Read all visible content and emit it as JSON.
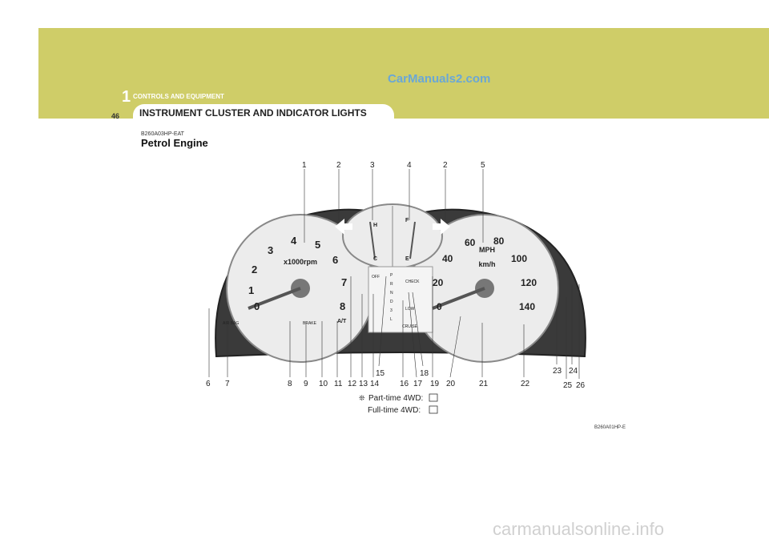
{
  "header": {
    "chapter_number": "1",
    "chapter_title": "CONTROLS AND EQUIPMENT",
    "page_number": "46",
    "section_title": "INSTRUMENT CLUSTER AND INDICATOR LIGHTS",
    "watermark": "CarManuals2.com"
  },
  "section": {
    "code": "B260A03HP-EAT",
    "subtitle": "Petrol Engine"
  },
  "figure": {
    "callouts_top": [
      "1",
      "2",
      "3",
      "4",
      "2",
      "5"
    ],
    "callouts_bottom": [
      "6",
      "7",
      "8",
      "9",
      "10",
      "11",
      "12",
      "13",
      "14",
      "15",
      "16",
      "17",
      "18",
      "19",
      "20",
      "21",
      "22",
      "23",
      "24",
      "25",
      "26"
    ],
    "tach_label": "x1000rpm",
    "tach_ticks": [
      "0",
      "1",
      "2",
      "3",
      "4",
      "5",
      "6",
      "7",
      "8"
    ],
    "speed_unit_mph": "MPH",
    "speed_unit_kmh": "km/h",
    "speed_ticks": [
      "0",
      "20",
      "40",
      "60",
      "80",
      "100",
      "120",
      "140"
    ],
    "temp_h": "H",
    "temp_c": "C",
    "fuel_f": "F",
    "fuel_e": "E",
    "gear_positions": [
      "P",
      "R",
      "N",
      "D",
      "3",
      "L"
    ],
    "airbag_label": "AIR\nBAG",
    "brake_label": "BRAKE",
    "at_label": "A/T",
    "off_label": "OFF",
    "check_label": "CHECK",
    "low_label": "LOW",
    "cruise_label": "CRUISE",
    "note_parttime": "Part-time 4WD:",
    "note_fulltime": "Full-time 4WD:",
    "note_symbol": "❊",
    "figure_code": "B260A01HP-E"
  },
  "footer": {
    "watermark": "carmanualsonline.info"
  }
}
